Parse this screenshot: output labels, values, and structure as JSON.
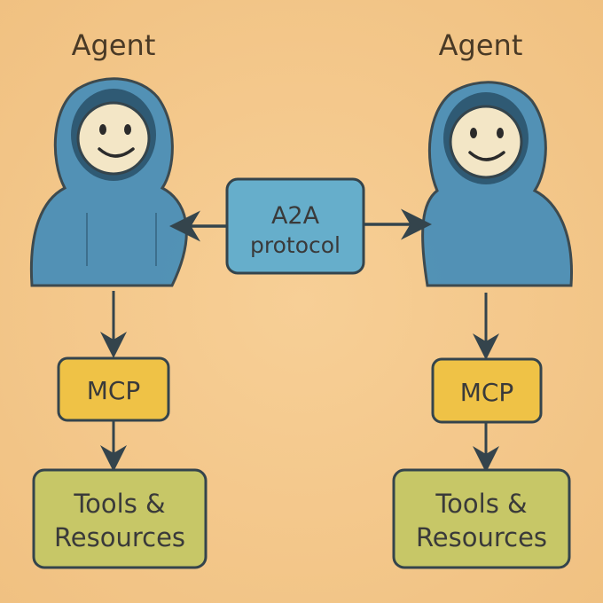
{
  "colors": {
    "background": "#f4c98e",
    "hoodie": "#4a8fb8",
    "a2a_box": "#66aecb",
    "mcp_box": "#efc246",
    "tools_box": "#c7c767",
    "outline": "#34444c"
  },
  "agents": [
    {
      "label": "Agent",
      "icon": "hooded-agent-icon"
    },
    {
      "label": "Agent",
      "icon": "hooded-agent-icon"
    }
  ],
  "protocol": {
    "line1": "A2A",
    "line2": "protocol"
  },
  "left_stack": {
    "mcp": "MCP",
    "tools_line1": "Tools &",
    "tools_line2": "Resources"
  },
  "right_stack": {
    "mcp": "MCP",
    "tools_line1": "Tools &",
    "tools_line2": "Resources"
  }
}
